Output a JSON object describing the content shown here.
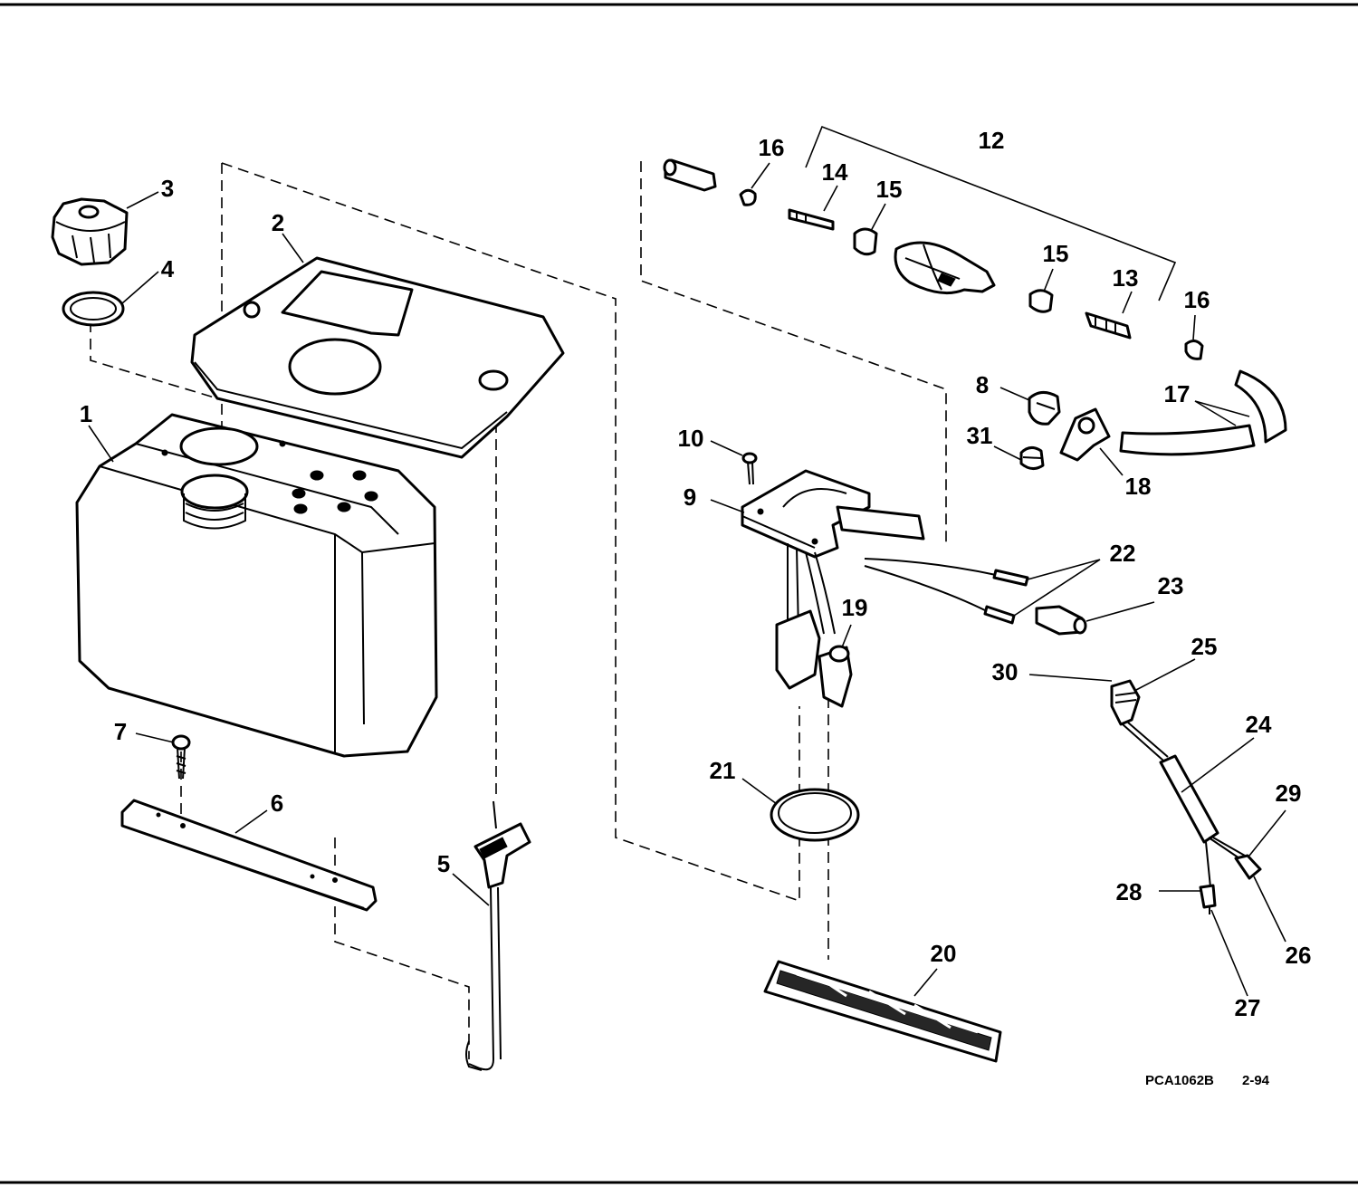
{
  "diagram": {
    "labels": {
      "p1": "1",
      "p2": "2",
      "p3": "3",
      "p4": "4",
      "p5": "5",
      "p6": "6",
      "p7": "7",
      "p8": "8",
      "p9": "9",
      "p10": "10",
      "p12": "12",
      "p13": "13",
      "p14": "14",
      "p15a": "15",
      "p15b": "15",
      "p16a": "16",
      "p16b": "16",
      "p17": "17",
      "p18": "18",
      "p19": "19",
      "p20": "20",
      "p21": "21",
      "p22": "22",
      "p23": "23",
      "p24": "24",
      "p25": "25",
      "p26": "26",
      "p27": "27",
      "p28": "28",
      "p29": "29",
      "p30": "30",
      "p31": "31"
    },
    "drawing_code": "PCA1062B",
    "drawing_date": "2-94"
  }
}
